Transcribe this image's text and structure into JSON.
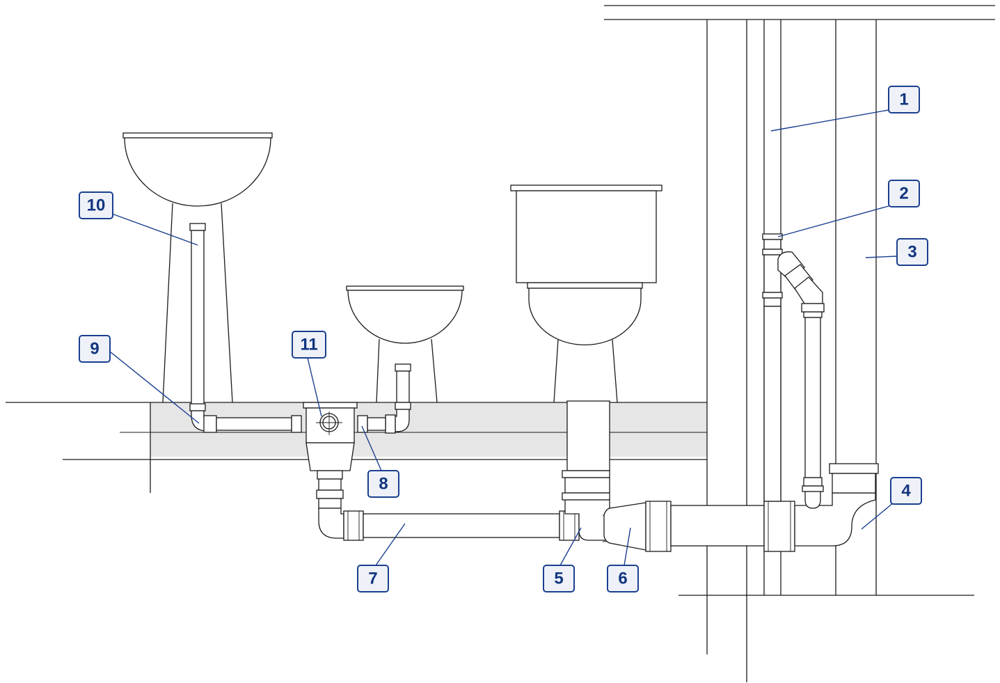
{
  "labels": {
    "l1": "1",
    "l2": "2",
    "l3": "3",
    "l4": "4",
    "l5": "5",
    "l6": "6",
    "l7": "7",
    "l8": "8",
    "l9": "9",
    "l10": "10",
    "l11": "11"
  },
  "colors": {
    "label_border": "#1a3f8f",
    "label_text": "#12357f",
    "label_fill": "#eef1f8",
    "floor_slab": "#e6e6e6",
    "line": "#1a1a1a"
  }
}
